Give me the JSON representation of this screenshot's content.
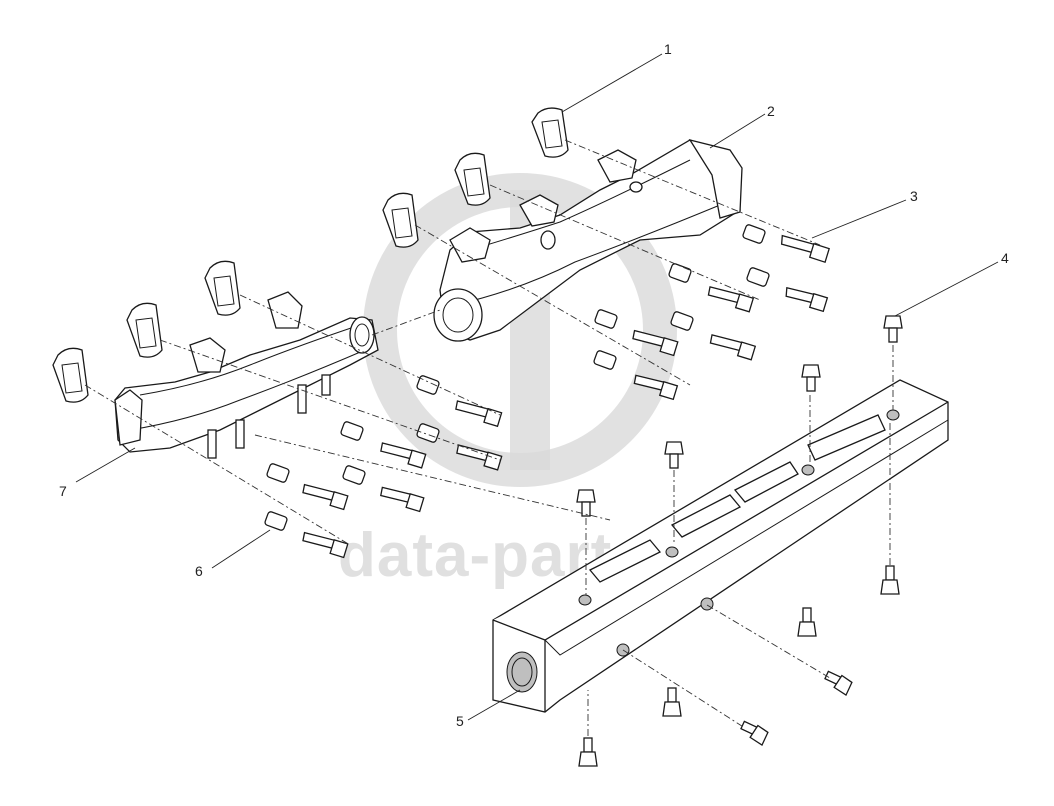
{
  "watermark": {
    "text": "data-parts",
    "color": "#d6d6d6"
  },
  "callouts": [
    {
      "number": "1"
    },
    {
      "number": "2"
    },
    {
      "number": "3"
    },
    {
      "number": "4"
    },
    {
      "number": "5"
    },
    {
      "number": "6"
    },
    {
      "number": "7"
    }
  ],
  "colors": {
    "line": "#1a1a1a",
    "background": "#ffffff"
  }
}
